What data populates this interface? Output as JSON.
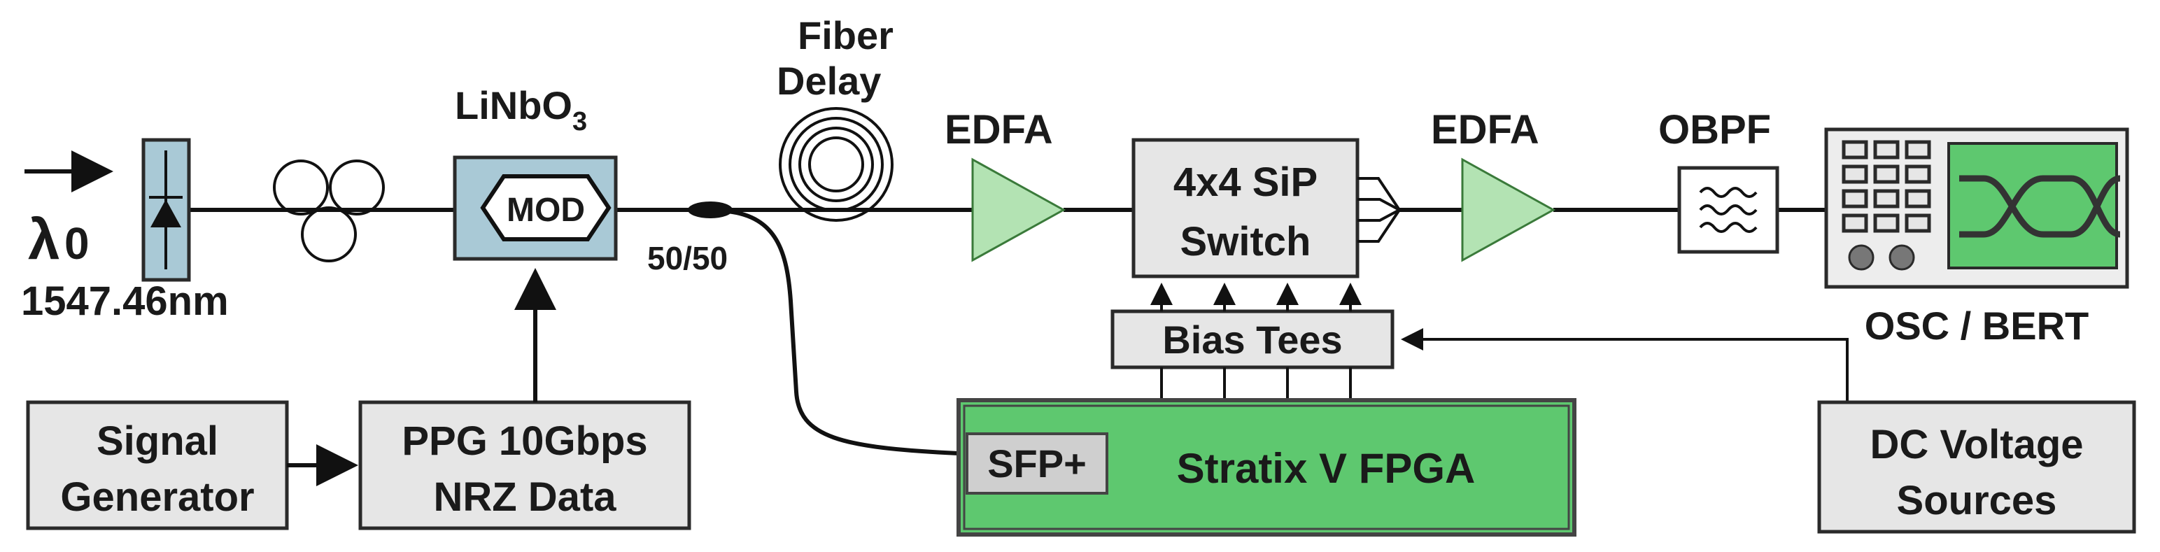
{
  "colors": {
    "component_fill": "#e6e6e6",
    "modulator_fill": "#a9c9d6",
    "amplifier_fill": "#b3e3b3",
    "fpga_fill": "#5ec86f",
    "screen_fill": "#5ec86f",
    "line": "#111111"
  },
  "laser": {
    "lambda_symbol": "λ",
    "lambda_subscript": "0",
    "wavelength": "1547.46nm",
    "icon": "photodiode-icon"
  },
  "polarization_controller": {
    "icon": "fiber-loop-icon"
  },
  "modulator": {
    "label_main": "LiNbO",
    "label_sub": "3",
    "text": "MOD"
  },
  "coupler": {
    "label": "50/50"
  },
  "fiber_delay": {
    "line1": "Fiber",
    "line2": "Delay",
    "icon": "fiber-coil-icon"
  },
  "edfa_1": {
    "label": "EDFA"
  },
  "switch": {
    "line1": "4x4 SiP",
    "line2": "Switch"
  },
  "edfa_2": {
    "label": "EDFA"
  },
  "obpf": {
    "label": "OBPF",
    "icon": "filter-icon"
  },
  "oscilloscope": {
    "label": "OSC / BERT",
    "icon": "eye-diagram-icon"
  },
  "bias_tees": {
    "label": "Bias Tees"
  },
  "signal_generator": {
    "line1": "Signal",
    "line2": "Generator"
  },
  "ppg": {
    "line1": "PPG 10Gbps",
    "line2": "NRZ Data"
  },
  "fpga": {
    "sfp": "SFP+",
    "label": "Stratix V FPGA"
  },
  "dc_sources": {
    "line1": "DC Voltage",
    "line2": "Sources"
  }
}
